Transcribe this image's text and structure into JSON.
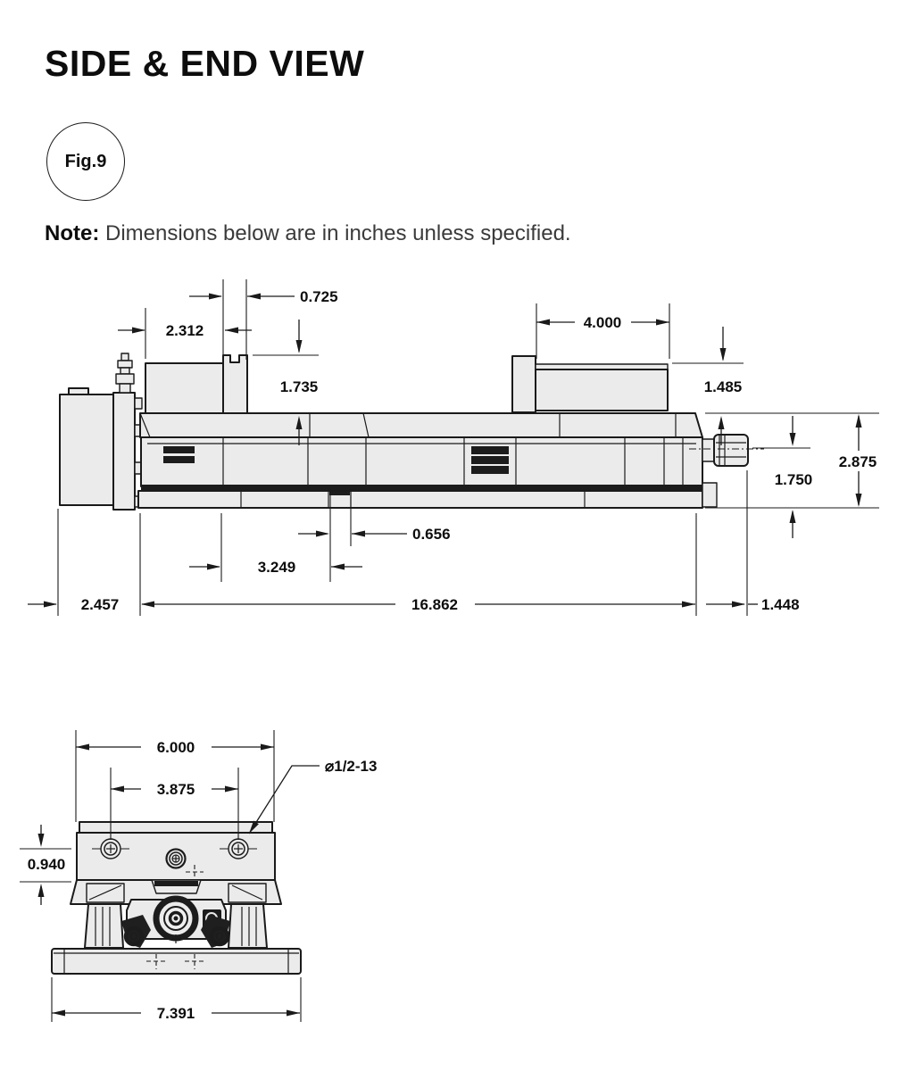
{
  "header": {
    "title": "SIDE & END VIEW",
    "figure_label": "Fig.9",
    "note_label": "Note:",
    "note_text": " Dimensions below are in inches unless specified."
  },
  "side_view": {
    "dimensions": {
      "jaw_plate_width": "0.725",
      "rear_jaw_offset": "2.312",
      "movable_jaw_length": "4.000",
      "fixed_jaw_height": "1.735",
      "movable_jaw_height": "1.485",
      "overall_height": "2.875",
      "screw_centerline_height": "1.750",
      "base_slot_width": "0.656",
      "jaw_to_slot": "3.249",
      "rear_block_length": "2.457",
      "body_length": "16.862",
      "screw_extension": "1.448"
    }
  },
  "end_view": {
    "dimensions": {
      "body_width": "6.000",
      "hole_spacing": "3.875",
      "plate_face_height": "0.940",
      "base_width": "7.391"
    },
    "thread_callout": "⌀1/2-13"
  },
  "style": {
    "line_color": "#1a1a1a",
    "fill_light": "#ebebeb",
    "fill_dark": "#1c1c1c",
    "background": "#ffffff"
  }
}
